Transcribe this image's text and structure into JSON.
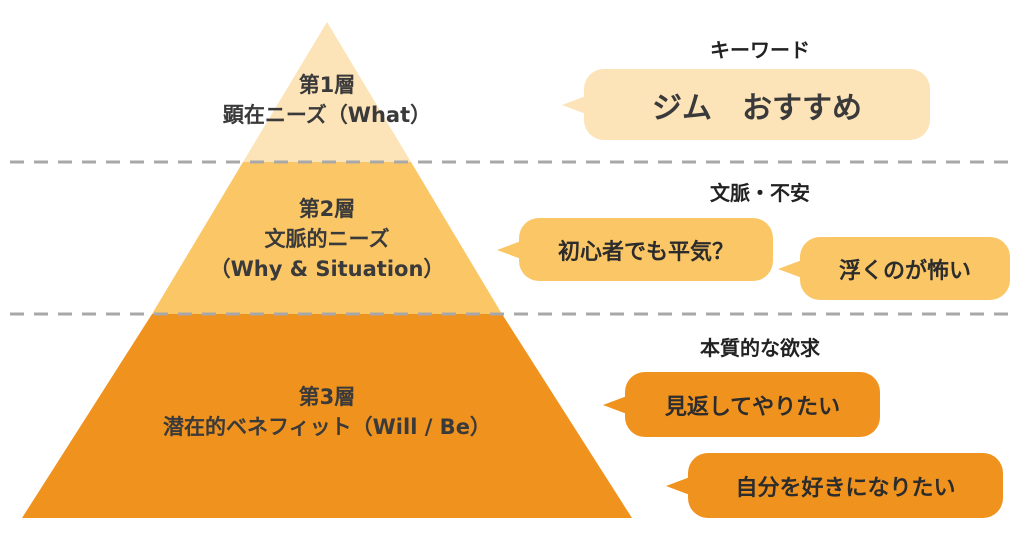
{
  "colors": {
    "layer1": "#fde3b8",
    "layer2": "#fbc766",
    "layer3": "#f0921e",
    "divider": "#a8a8a8"
  },
  "layers": [
    {
      "title": "第1層",
      "subtitle": "顕在ニーズ（What）"
    },
    {
      "title": "第2層",
      "subtitle": "文脈的ニーズ",
      "subtitle2": "（Why & Situation）"
    },
    {
      "title": "第3層",
      "subtitle": "潜在的ベネフィット（Will / Be）"
    }
  ],
  "sections": [
    {
      "heading": "キーワード",
      "bubbles": [
        "ジム　おすすめ"
      ]
    },
    {
      "heading": "文脈・不安",
      "bubbles": [
        "初心者でも平気？",
        "浮くのが怖い"
      ]
    },
    {
      "heading": "本質的な欲求",
      "bubbles": [
        "見返してやりたい",
        "自分を好きになりたい"
      ]
    }
  ]
}
